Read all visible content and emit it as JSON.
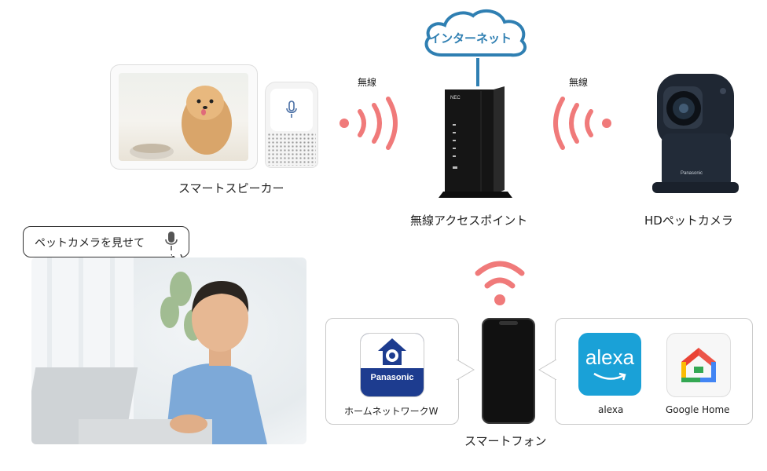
{
  "internet": {
    "label": "インターネット"
  },
  "wireless_left": {
    "label": "無線"
  },
  "wireless_right": {
    "label": "無線"
  },
  "smart_speaker": {
    "label": "スマートスピーカー"
  },
  "access_point": {
    "label": "無線アクセスポイント",
    "brand": "NEC"
  },
  "pet_camera": {
    "label": "HDペットカメラ",
    "brand": "Panasonic"
  },
  "speech_bubble": {
    "text": "ペットカメラを見せて"
  },
  "smartphone": {
    "label": "スマートフォン"
  },
  "apps_left": [
    {
      "name": "ホームネットワークW",
      "icon_text": "Panasonic"
    }
  ],
  "apps_right": [
    {
      "name": "alexa",
      "icon_text": "alexa"
    },
    {
      "name": "Google Home"
    }
  ],
  "colors": {
    "signal": "#f07a7a",
    "cloud_outline": "#2f7fb2",
    "panasonic_blue": "#1d3c8f",
    "alexa_blue": "#1aa1d7"
  }
}
